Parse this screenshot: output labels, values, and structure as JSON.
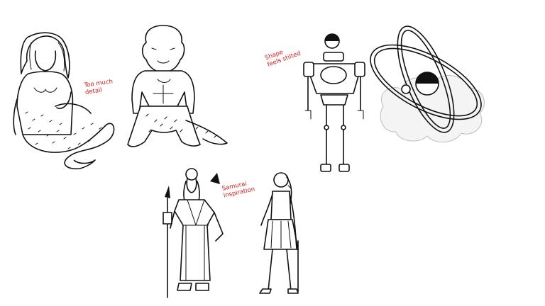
{
  "annotations": {
    "too_much_detail": "Too much\ndetail",
    "shape_feels_stilted": "Shape\nfeels stilted",
    "samurai_inspiration": "Samurai\ninspiration"
  },
  "colors": {
    "annotation_ink": "#d41a1a",
    "line_ink": "#111111",
    "background": "#ffffff"
  }
}
